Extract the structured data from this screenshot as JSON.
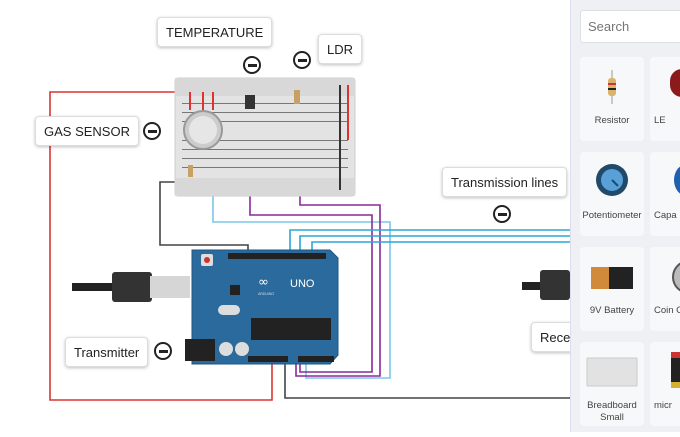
{
  "callouts": {
    "temperature": "TEMPERATURE",
    "ldr": "LDR",
    "gas_sensor": "GAS SENSOR",
    "transmission_lines": "Transmission lines",
    "transmitter": "Transmitter",
    "receiver": "Rece"
  },
  "arduino": {
    "brand": "UNO",
    "maker": "ARDUINO"
  },
  "sidebar": {
    "search_placeholder": "Search",
    "components": [
      {
        "label": "Resistor",
        "icon": "resistor-icon"
      },
      {
        "label": "LE",
        "icon": "led-icon"
      },
      {
        "label": "Potentiometer",
        "icon": "potentiometer-icon"
      },
      {
        "label": "Capa",
        "icon": "capacitor-icon"
      },
      {
        "label": "9V Battery",
        "icon": "battery-9v-icon"
      },
      {
        "label": "Coin C Bat",
        "icon": "coin-cell-icon"
      },
      {
        "label": "Breadboard Small",
        "icon": "breadboard-icon"
      },
      {
        "label": "micr",
        "icon": "microbit-icon"
      }
    ]
  },
  "colors": {
    "arduino": "#2b6a9c",
    "wire_red": "#d33",
    "wire_purple": "#8a2a9a",
    "wire_cyan": "#2aa7d6",
    "wire_dark": "#444"
  }
}
